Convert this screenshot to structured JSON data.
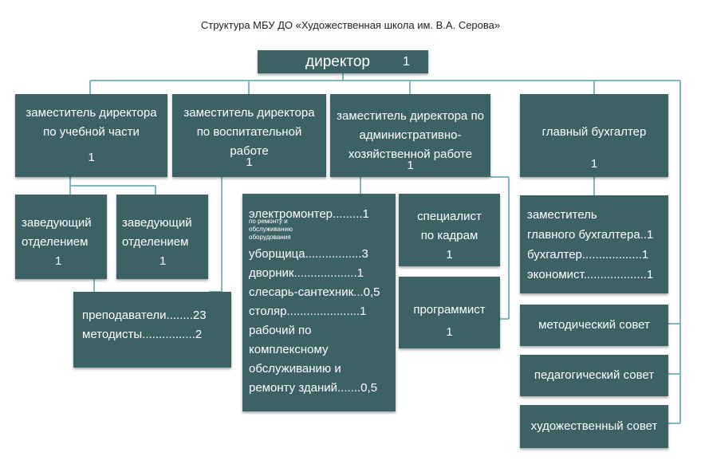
{
  "title": "Структура МБУ ДО «Художественная школа им. В.А. Серова»",
  "colors": {
    "box": "#3d6266",
    "connector": "#7fb7bd",
    "text": "#ffffff"
  },
  "director": {
    "label": "директор",
    "count": "1"
  },
  "deputy_study": {
    "line1": "заместитель директора",
    "line2": "по учебной части",
    "count": "1"
  },
  "deputy_education": {
    "line1": "заместитель директора",
    "line2": "по воспитательной",
    "line3": "работе",
    "count": "1"
  },
  "deputy_admin": {
    "line1": "заместитель директора по",
    "line2": "административно-",
    "line3": "хозяйственной работе",
    "count": "1"
  },
  "chief_accountant": {
    "label": "главный бухгалтер",
    "count": "1"
  },
  "head_dept_1": {
    "line1": "заведующий",
    "line2": "отделением",
    "count": "1"
  },
  "head_dept_2": {
    "line1": "заведующий",
    "line2": "отделением",
    "count": "1"
  },
  "teachers": {
    "line1": "преподаватели........23",
    "line2": "методисты................2"
  },
  "maintenance": {
    "electrician": "электромонтер.........1",
    "electrician_note": "по ремонту и обслуживанию оборудования",
    "cleaner": "уборщица.................3",
    "janitor": "дворник...................1",
    "plumber": "слесарь-сантехник...0,5",
    "carpenter": "столяр......................1",
    "worker_1": "рабочий по",
    "worker_2": "комплексному",
    "worker_3": "обслуживанию и",
    "worker_4": "ремонту зданий.......0,5"
  },
  "hr_specialist": {
    "line1": "специалист",
    "line2": "по кадрам",
    "count": "1"
  },
  "programmer": {
    "label": "программист",
    "count": "1"
  },
  "accounting_staff": {
    "line1": "заместитель",
    "line2": "главного бухгалтера..1",
    "line3": "бухгалтер..................1",
    "line4": "экономист...................1"
  },
  "councils": {
    "methodical": "методический совет",
    "pedagogical": "педагогический совет",
    "art": "художественный совет"
  }
}
